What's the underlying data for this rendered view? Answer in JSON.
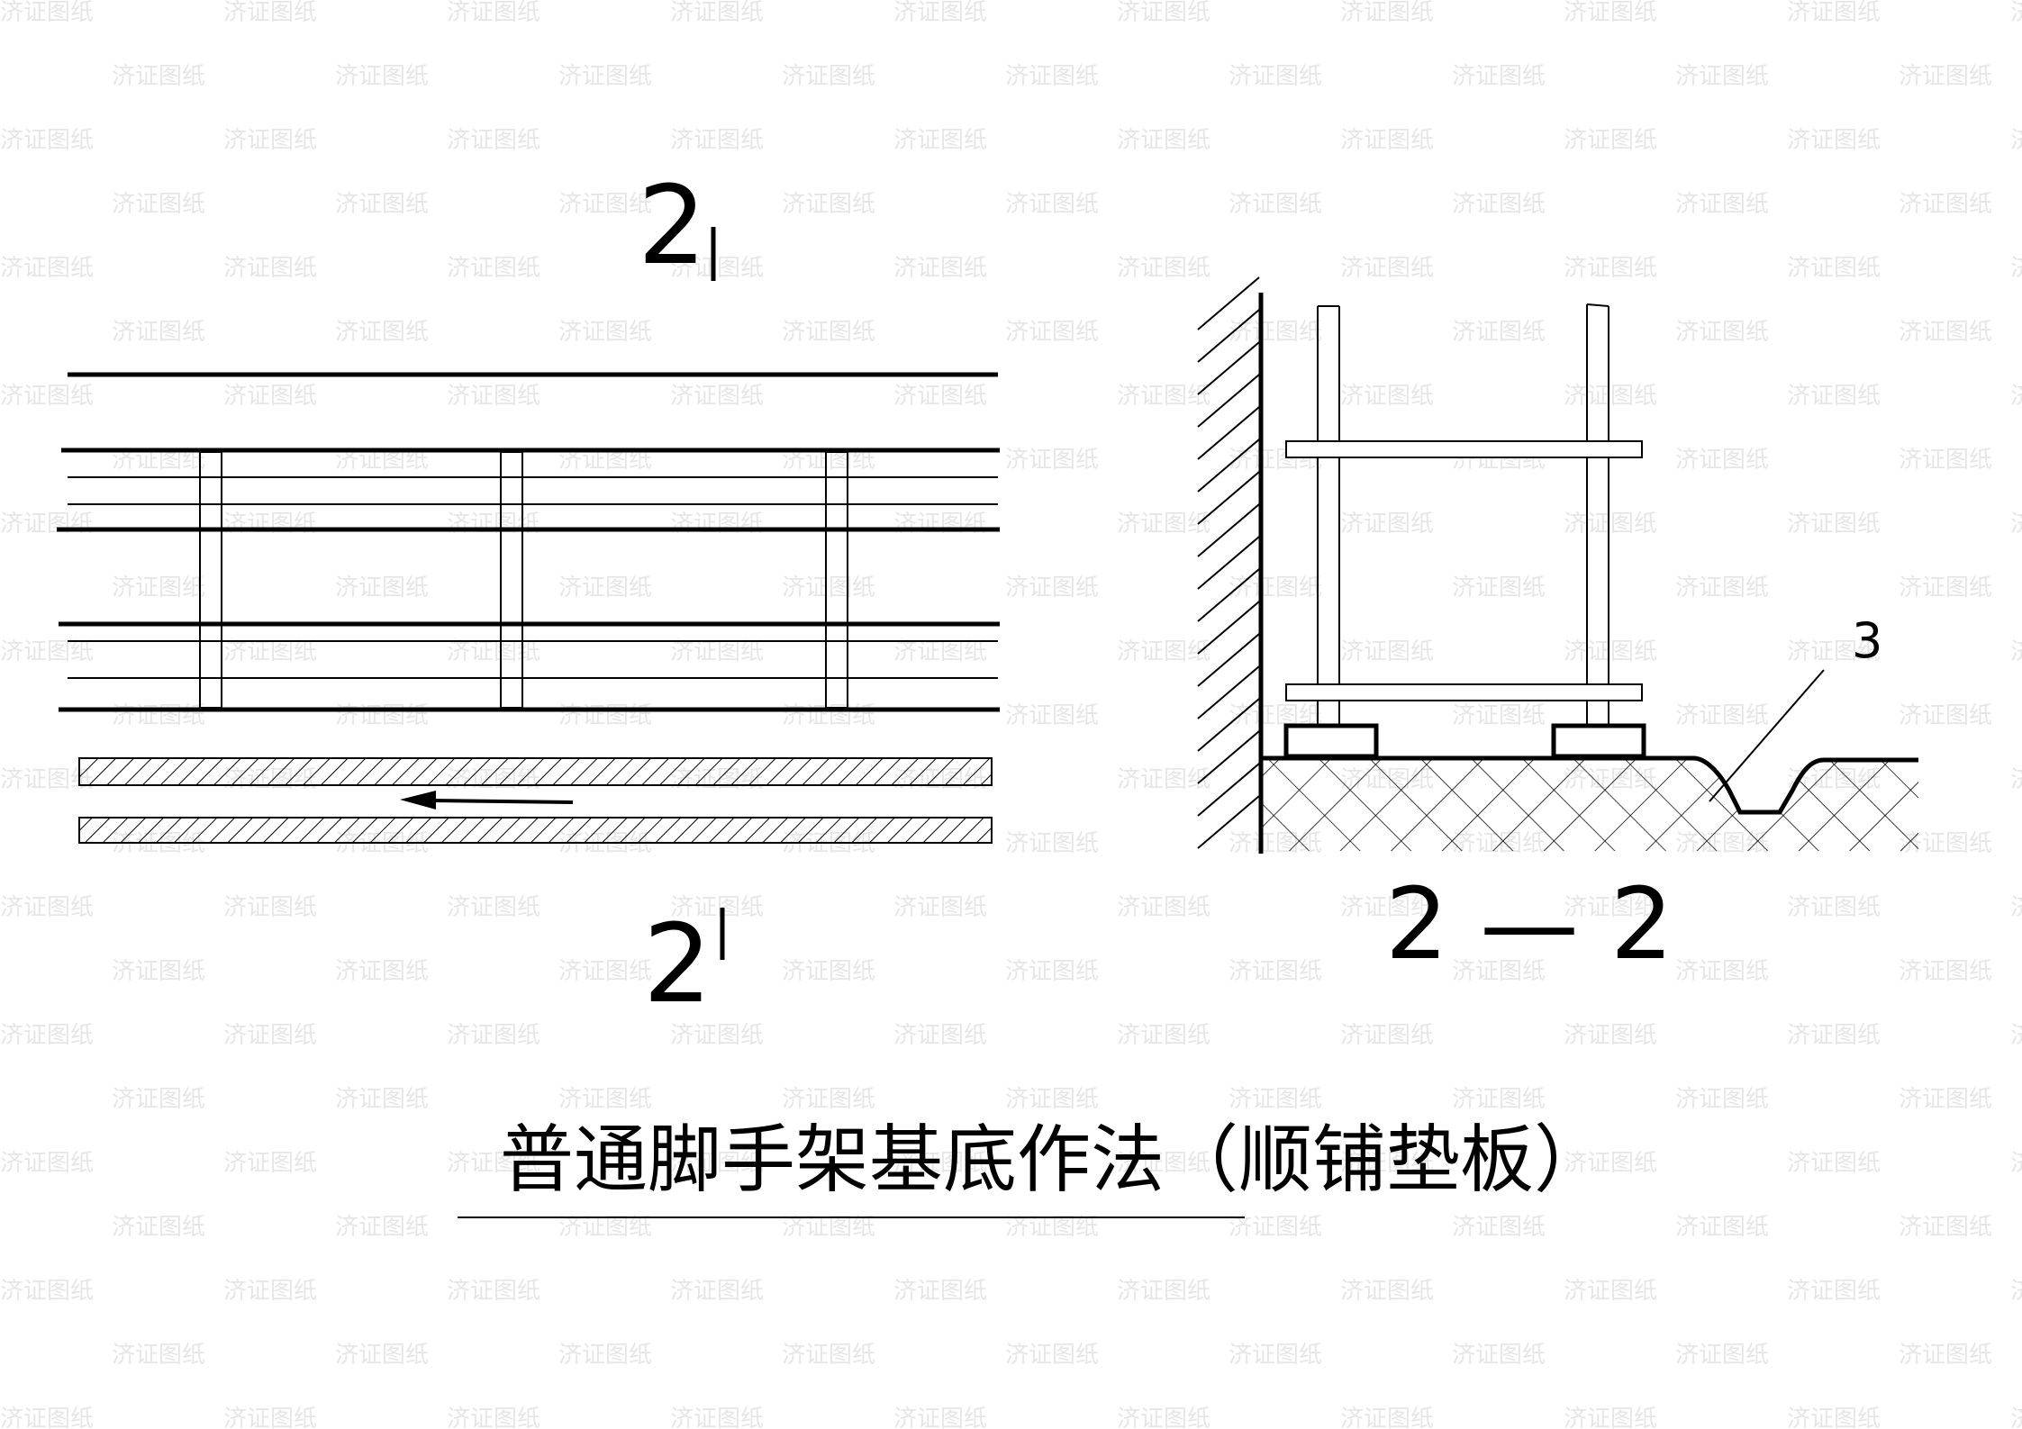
{
  "plan_view": {
    "section_mark_top": "2",
    "section_mark_bottom": "2"
  },
  "section_view": {
    "callout_number": "3",
    "section_label": "2 — 2"
  },
  "title": "普通脚手架基底作法（顺铺垫板）",
  "watermark": "济证图纸"
}
